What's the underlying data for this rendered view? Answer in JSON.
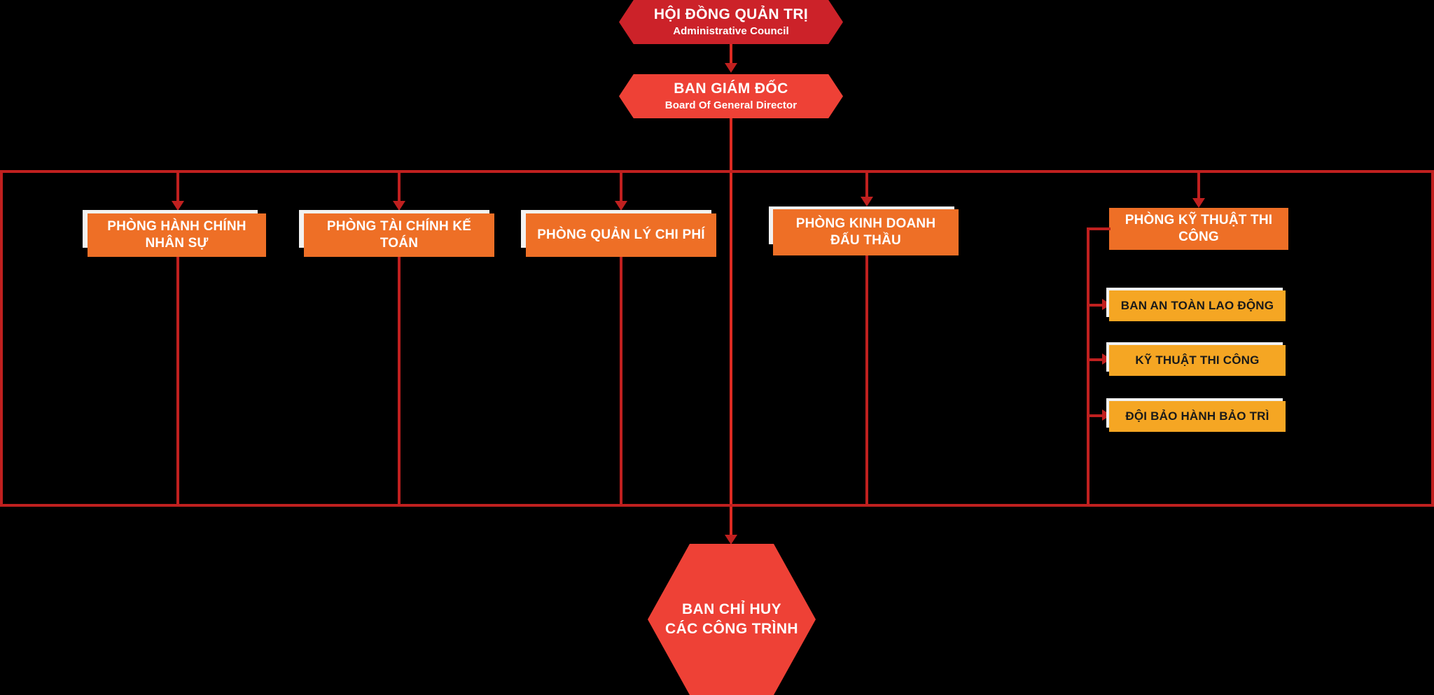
{
  "chart_title": "",
  "palette": {
    "background": "#000000",
    "connector": "#C0201F",
    "council_red": "#CC2229",
    "director_red": "#EE4136",
    "department_orange": "#EE6F26",
    "team_amber": "#F5A623",
    "plate": "#F2F2F2",
    "text_light": "#FFFFFF",
    "text_dark": "#1A1A1A"
  },
  "nodes": {
    "council": {
      "title": "HỘI ĐỒNG QUẢN TRỊ",
      "subtitle": "Administrative Council"
    },
    "director": {
      "title": "BAN GIÁM ĐỐC",
      "subtitle": "Board Of General Director"
    },
    "command": {
      "line1": "BAN CHỈ HUY",
      "line2": "CÁC CÔNG TRÌNH"
    }
  },
  "departments": [
    {
      "line1": "PHÒNG HÀNH CHÍNH",
      "line2": "NHÂN SỰ"
    },
    {
      "line1": "PHÒNG TÀI CHÍNH KẾ TOÁN",
      "line2": ""
    },
    {
      "line1": "PHÒNG QUẢN LÝ CHI PHÍ",
      "line2": ""
    },
    {
      "line1": "PHÒNG KINH DOANH",
      "line2": "ĐẤU THẦU"
    },
    {
      "line1": "PHÒNG KỸ THUẬT THI CÔNG",
      "line2": ""
    }
  ],
  "teams": [
    {
      "label": "BAN AN TOÀN LAO ĐỘNG"
    },
    {
      "label": "KỸ THUẬT THI CÔNG"
    },
    {
      "label": "ĐỘI BẢO HÀNH BẢO TRÌ"
    }
  ]
}
